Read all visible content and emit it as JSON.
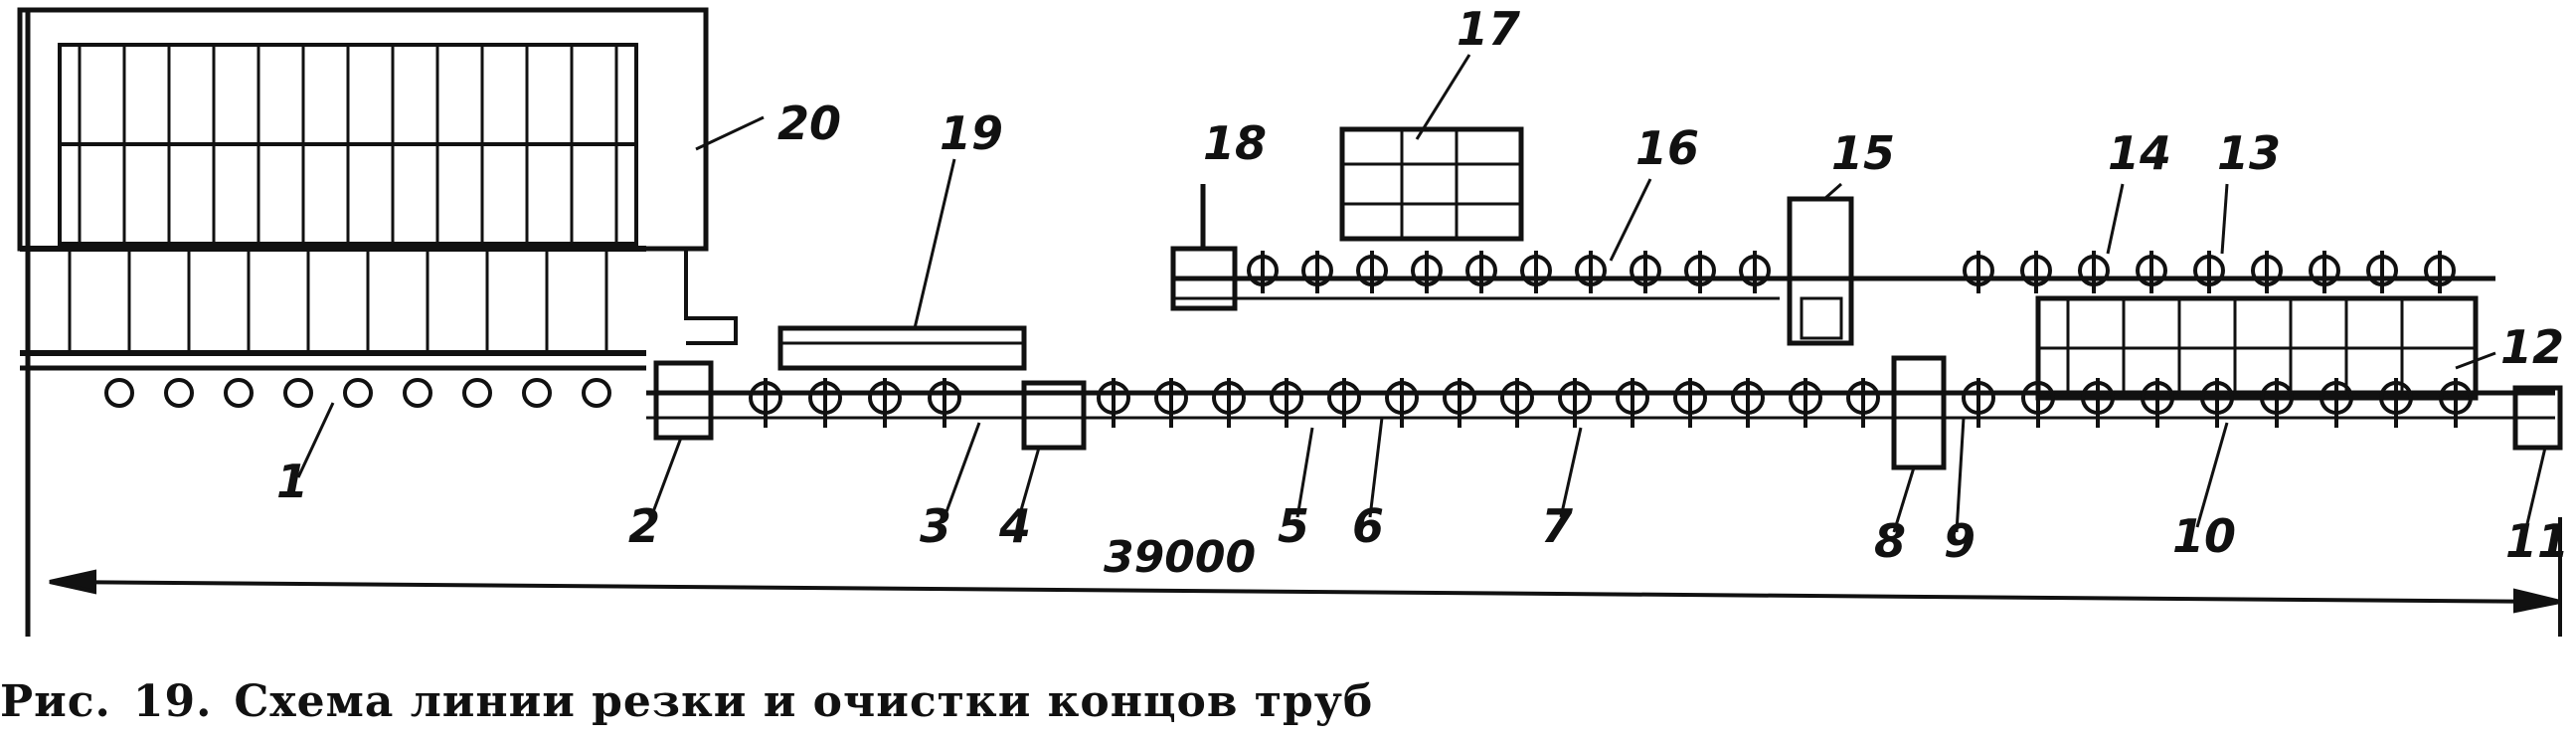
{
  "caption": {
    "prefix": "Рис.",
    "number": "19.",
    "text": "Схема линии резки и очистки концов труб"
  },
  "dimension": {
    "value": "39000"
  },
  "labels": [
    "1",
    "2",
    "3",
    "4",
    "5",
    "6",
    "7",
    "8",
    "9",
    "10",
    "11",
    "12",
    "13",
    "14",
    "15",
    "16",
    "17",
    "18",
    "19",
    "20"
  ]
}
